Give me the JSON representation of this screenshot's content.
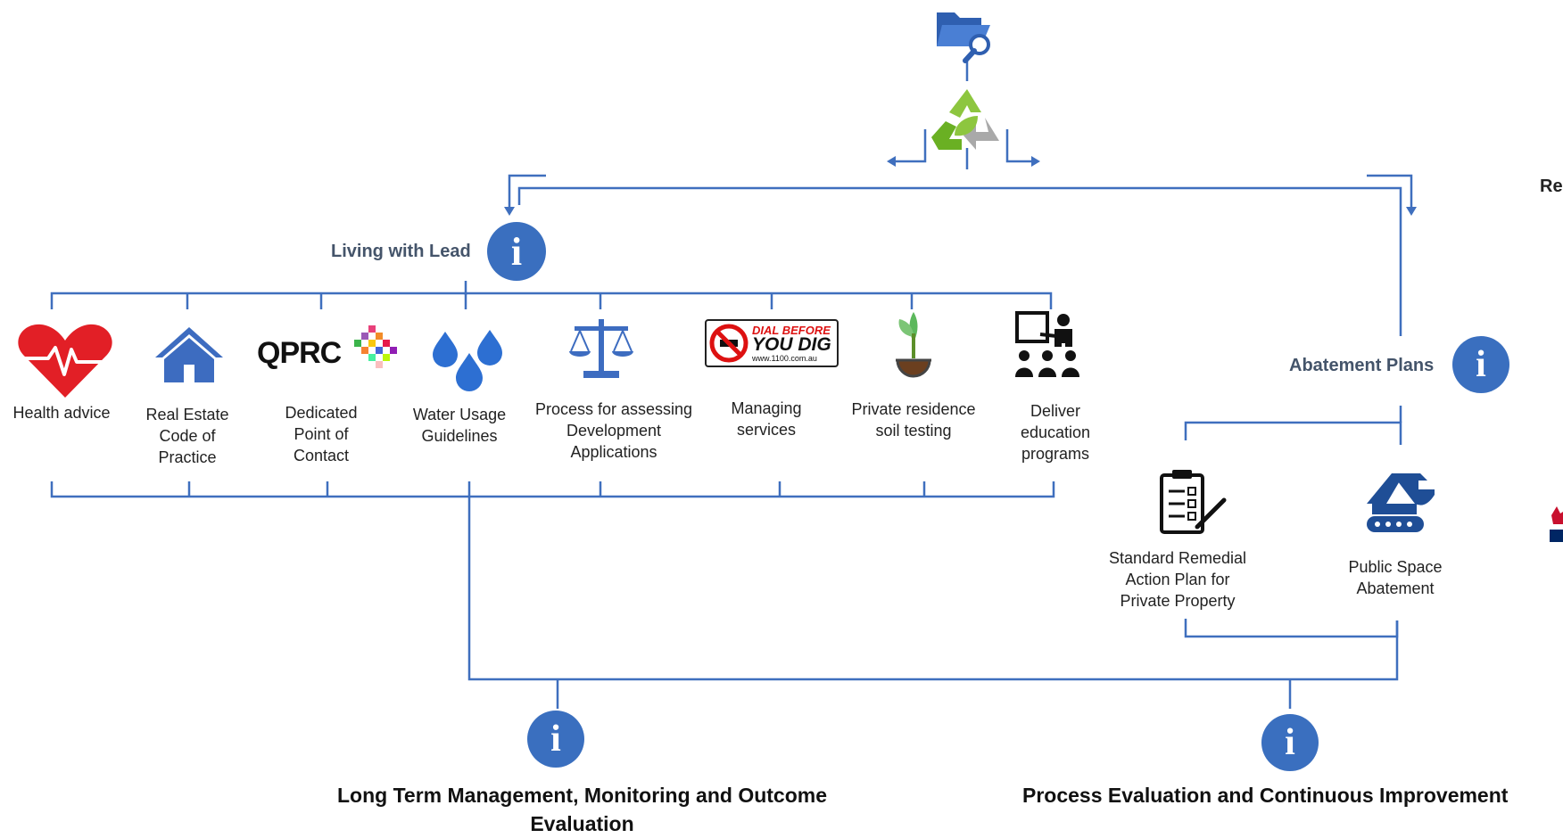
{
  "colors": {
    "connector": "#3f6fbe",
    "info_circle": "#3a6fbf",
    "heading": "#44546a",
    "heart": "#e21f26",
    "house": "#3d6cc0",
    "water": "#2d6fd2"
  },
  "top_icons": [
    "folder-search-icon",
    "recycle-leaf-icon"
  ],
  "edge_heading_partial": "Re",
  "living_with_lead": {
    "heading": "Living with Lead",
    "items": [
      {
        "icon": "heart-icon",
        "label": "Health advice"
      },
      {
        "icon": "house-icon",
        "label": "Real Estate\nCode of\nPractice"
      },
      {
        "icon": "qprc-logo",
        "logo_text": "QPRC",
        "label": "Dedicated\nPoint of\nContact"
      },
      {
        "icon": "water-drops-icon",
        "label": "Water Usage\nGuidelines"
      },
      {
        "icon": "scales-icon",
        "label": "Process for assessing\nDevelopment\nApplications"
      },
      {
        "icon": "dial-before-you-dig-logo",
        "logo_line1": "DIAL BEFORE",
        "logo_line2": "YOU DIG",
        "logo_line3": "www.1100.com.au",
        "label": "Managing\nservices"
      },
      {
        "icon": "seedling-flask-icon",
        "label": "Private residence\nsoil testing"
      },
      {
        "icon": "presentation-icon",
        "label": "Deliver\neducation\nprograms"
      }
    ]
  },
  "abatement": {
    "heading": "Abatement Plans",
    "items": [
      {
        "icon": "checklist-clipboard-icon",
        "label": "Standard Remedial\nAction Plan for\nPrivate Property"
      },
      {
        "icon": "excavator-icon",
        "label": "Public Space\nAbatement"
      }
    ]
  },
  "bottom": {
    "left_title": "Long Term Management, Monitoring and Outcome\nEvaluation",
    "right_title": "Process Evaluation and Continuous Improvement"
  },
  "info_glyph": "i"
}
